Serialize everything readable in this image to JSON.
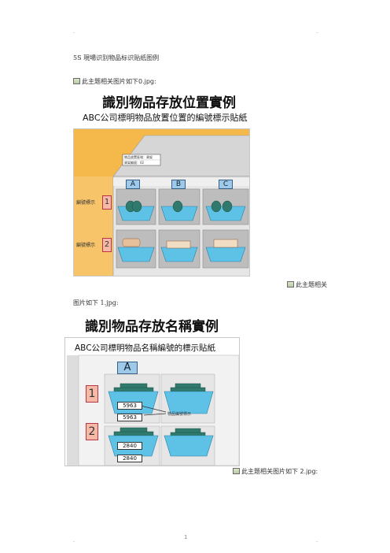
{
  "page": {
    "header_dot_left": ".",
    "header_dot_right": ".",
    "doc_title": "5S 現場识别物品标识贴纸图例",
    "caption_0": "此主题相关图片如下0.jpg:",
    "caption_1a": "此主题相关",
    "caption_1b": "图片如下 1.jpg:",
    "caption_2": "此主题相关图片如下 2.jpg:",
    "footer_dot_left": ".",
    "footer_page": "1",
    "footer_dot_right": "."
  },
  "figure1": {
    "title": "識別物品存放位置實例",
    "subtitle": "ABC公司標明物品放置位置的編號標示貼紙",
    "columns": [
      "A",
      "B",
      "C"
    ],
    "rows": [
      "1",
      "2"
    ],
    "row_label": "編號標示",
    "sign_line1": "物品放置區域：貨架",
    "sign_line2": "貨架編號：02"
  },
  "figure2": {
    "title": "識別物品存放名稱實例",
    "subtitle": "ABC公司標明物品名稱編號的標示貼紙",
    "column": "A",
    "rows": [
      "1",
      "2"
    ],
    "codes_row1": [
      "5963",
      "5963"
    ],
    "codes_row2": [
      "2840",
      "2840"
    ],
    "arrow_label": "物品編號標示"
  },
  "colors": {
    "shelf_orange": "#f5b84a",
    "shelf_grey": "#d9d9d9",
    "bin_blue": "#5ec2e6",
    "tape_green": "#2f7a6c",
    "tag_pink": "#f5b9a6"
  }
}
